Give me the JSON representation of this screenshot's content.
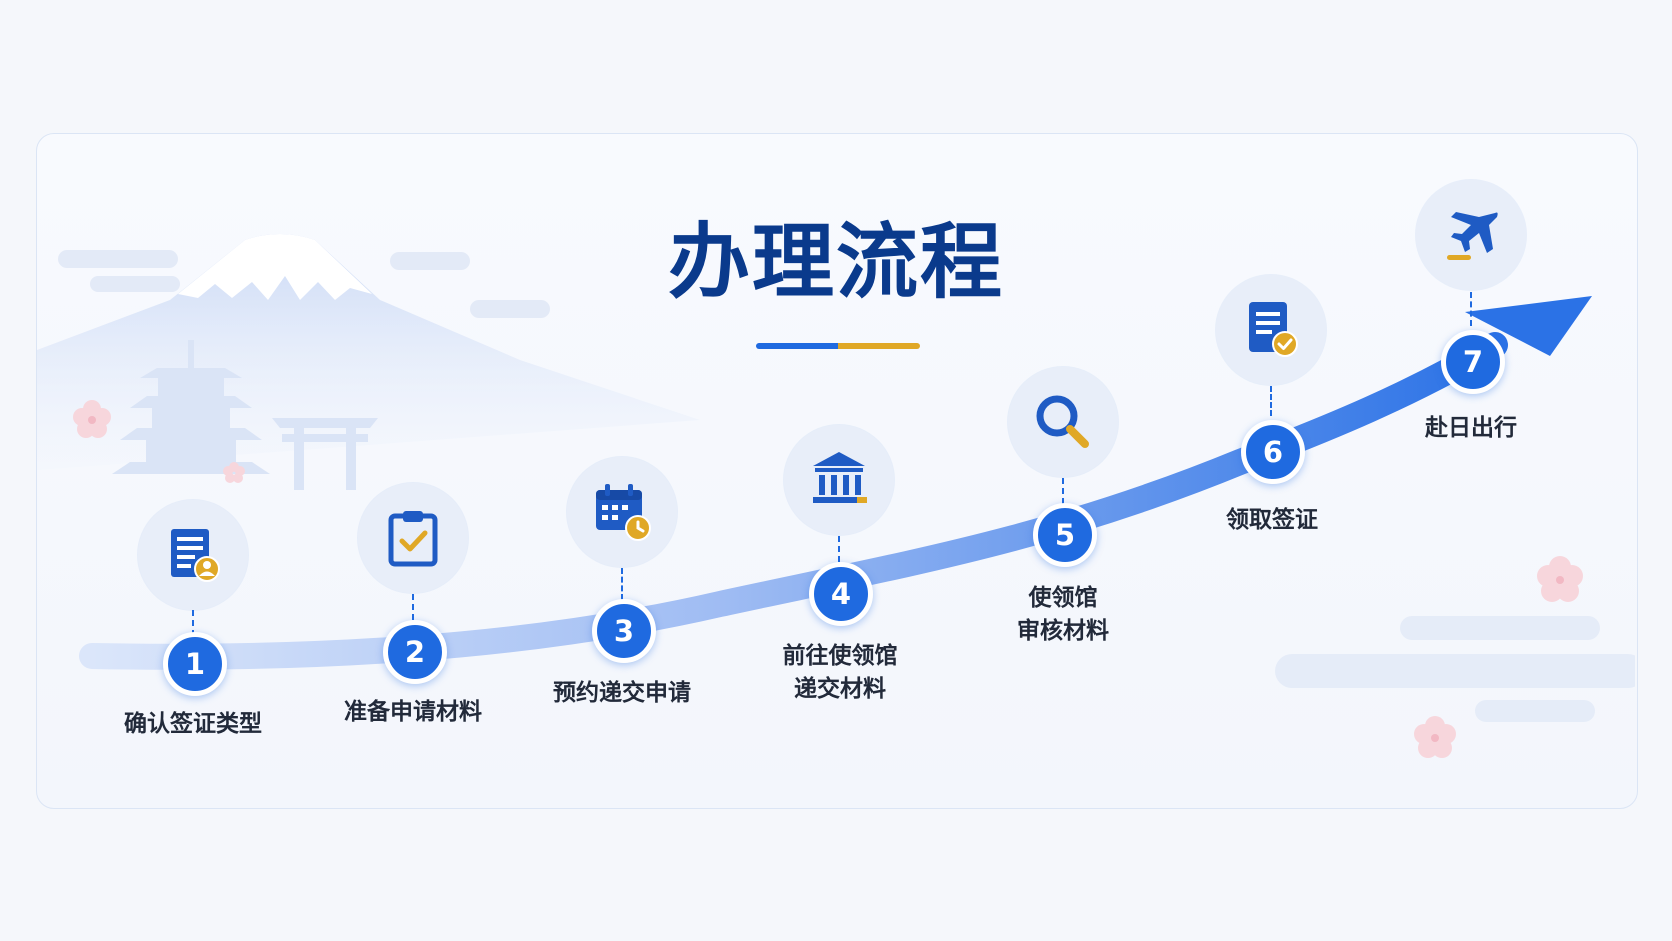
{
  "title": "办理流程",
  "colors": {
    "primary": "#1f6ae0",
    "accent": "#e0a826",
    "title": "#0a3a8c"
  },
  "steps": [
    {
      "number": "1",
      "label": "确认签证类型",
      "icon": "document-user-icon"
    },
    {
      "number": "2",
      "label": "准备申请材料",
      "icon": "clipboard-check-icon"
    },
    {
      "number": "3",
      "label": "预约递交申请",
      "icon": "calendar-clock-icon"
    },
    {
      "number": "4",
      "label": "前往使领馆\n递交材料",
      "icon": "embassy-building-icon"
    },
    {
      "number": "5",
      "label": "使领馆\n审核材料",
      "icon": "magnifier-icon"
    },
    {
      "number": "6",
      "label": "领取签证",
      "icon": "document-check-icon"
    },
    {
      "number": "7",
      "label": "赴日出行",
      "icon": "airplane-icon"
    }
  ]
}
